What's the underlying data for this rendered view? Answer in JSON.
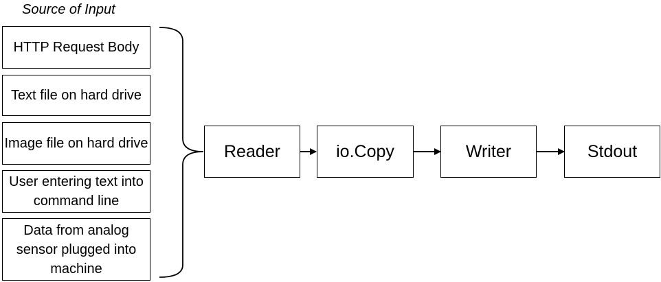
{
  "caption": "Source of Input",
  "sources": [
    "HTTP Request Body",
    "Text file on hard drive",
    "Image file on hard drive",
    "User entering text into command line",
    "Data from analog sensor plugged into machine"
  ],
  "pipeline": [
    "Reader",
    "io.Copy",
    "Writer",
    "Stdout"
  ]
}
